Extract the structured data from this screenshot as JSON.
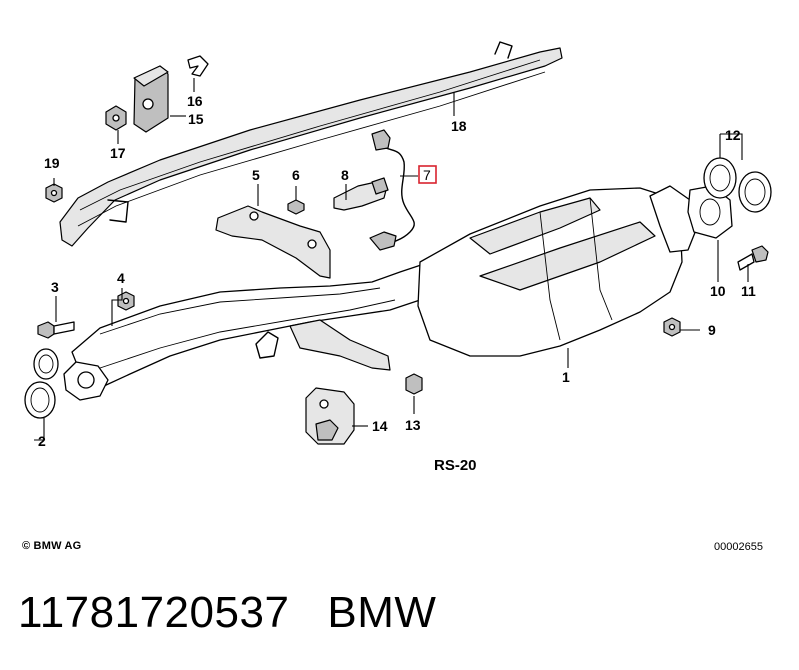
{
  "diagram": {
    "part_labels": {
      "p1": "1",
      "p2": "2",
      "p3": "3",
      "p4": "4",
      "p5": "5",
      "p6": "6",
      "p7": "7",
      "p8": "8",
      "p9": "9",
      "p10": "10",
      "p11": "11",
      "p12": "12",
      "p13": "13",
      "p14": "14",
      "p15": "15",
      "p16": "16",
      "p17": "17",
      "p18": "18",
      "p19": "19"
    },
    "highlighted_part": "7",
    "highlight_color": "#d9232e",
    "section_code": "RS-20"
  },
  "copyright": "© BMW AG",
  "document_number": "00002655",
  "footer": {
    "part_number": "11781720537",
    "brand": "BMW"
  }
}
